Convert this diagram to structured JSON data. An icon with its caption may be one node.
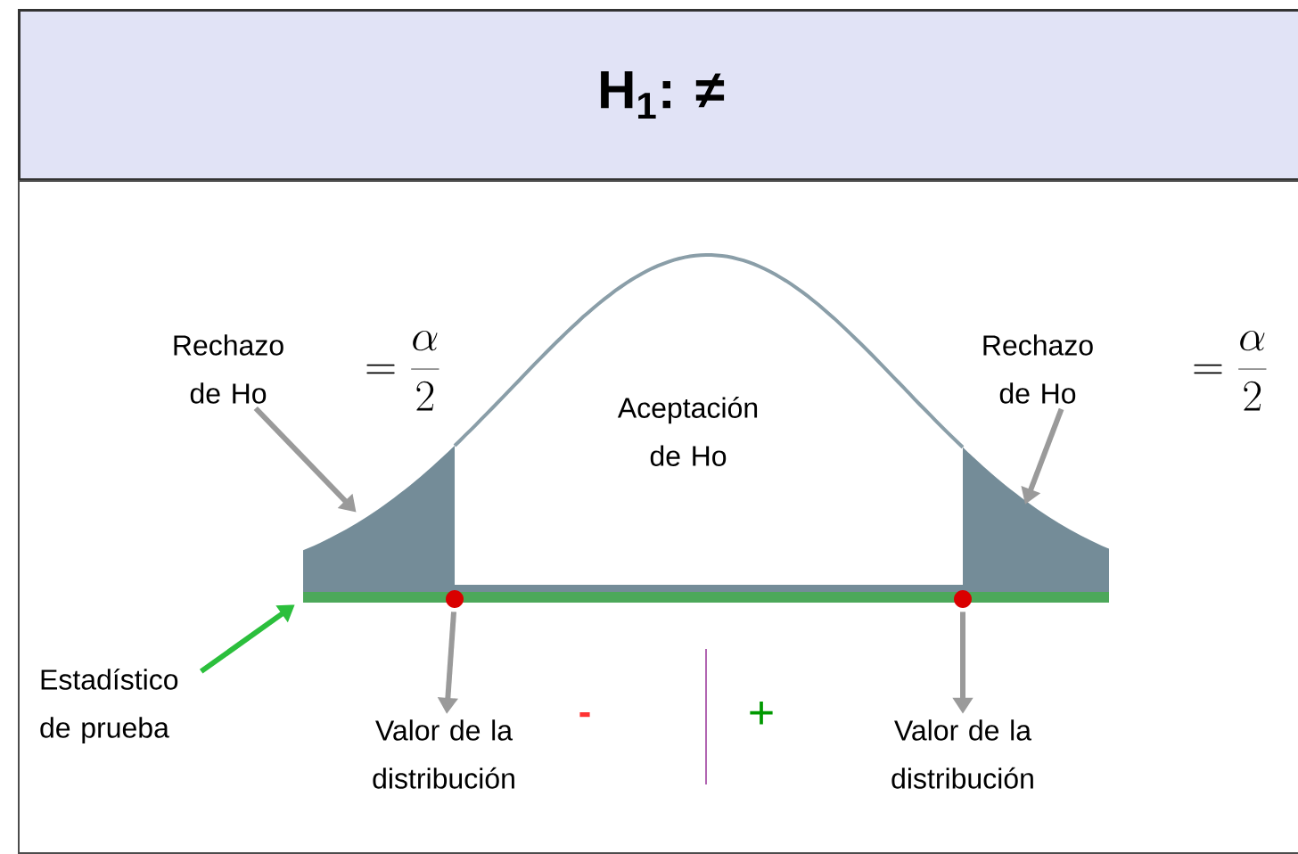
{
  "diagram": {
    "nodes": [
      {
        "text": [
          "H$_{1}$: ≠"
        ]
      },
      {
        "text": [],
        "shape": "box"
      },
      {
        "text": [
          "Rechazo de Ho"
        ],
        "in": 1
      },
      {
        "text": [
          "Aceptación de Ho"
        ],
        "in": 1
      },
      {
        "text": [
          "Rechazo de Ho"
        ],
        "in": 1
      },
      {
        "text": [],
        "shape": "area",
        "in": 1
      },
      {
        "text": [],
        "shape": "area",
        "in": 1
      },
      {
        "text": [],
        "shape": "circle",
        "in": 1
      },
      {
        "text": [],
        "shape": "circle",
        "in": 1
      },
      {
        "text": [
          "Estadístico de prueba"
        ],
        "in": 1
      },
      {
        "text": [
          "Valor de la distribución"
        ],
        "in": 1
      },
      {
        "text": [
          "Valor de la distribución"
        ],
        "in": 1
      }
    ],
    "edges": [
      {
        "from": 2,
        "to": 5,
        "arrow": "to"
      },
      {
        "from": 4,
        "to": 6,
        "arrow": "to"
      },
      {
        "from": 7,
        "to": 10,
        "arrow": "to"
      },
      {
        "from": 8,
        "to": 11,
        "arrow": "to"
      },
      {
        "from": 9,
        "to": null,
        "arrow": "to",
        "color": "#2bbf3c"
      }
    ],
    "labels": [
      "= \\frac{\\alpha}{2}",
      "= \\frac{\\alpha}{2}",
      "-",
      "+"
    ]
  }
}
